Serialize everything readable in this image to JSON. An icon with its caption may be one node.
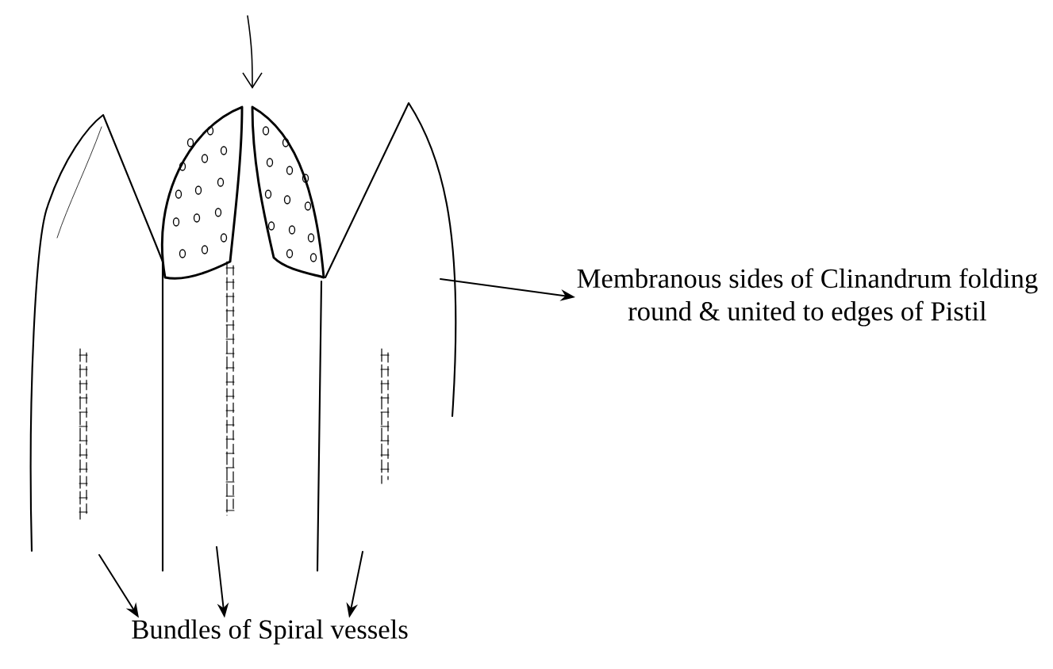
{
  "diagram": {
    "nodes": [
      {
        "text": [
          "Membranous sides of Clinandrum folding round & united to edges of Pistil"
        ]
      },
      {
        "text": [
          "Bundles of Spiral vessels"
        ]
      }
    ],
    "edges": [
      {
        "from": null,
        "to": 0,
        "arrow": "to"
      },
      {
        "from": null,
        "to": 1,
        "arrow": "to"
      },
      {
        "from": null,
        "to": 1,
        "arrow": "to"
      },
      {
        "from": null,
        "to": 1,
        "arrow": "to"
      }
    ]
  }
}
